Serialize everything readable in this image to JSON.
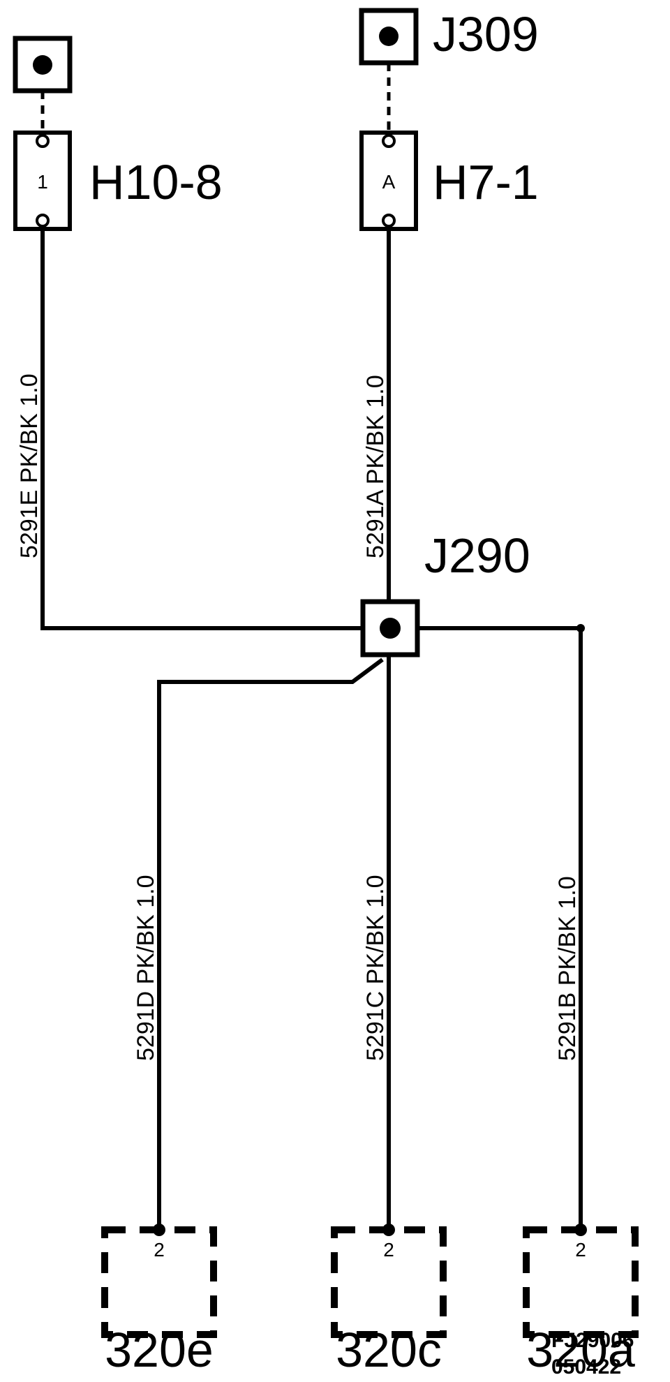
{
  "connectors": {
    "top_left_unlabeled": "",
    "j309": "J309",
    "j290": "J290"
  },
  "inline_connectors": {
    "h10_8": {
      "label": "H10-8",
      "pin": "1"
    },
    "h7_1": {
      "label": "H7-1",
      "pin": "A"
    }
  },
  "wires": {
    "w5291e": "5291E  PK/BK 1.0",
    "w5291a": "5291A  PK/BK 1.0",
    "w5291d": "5291D  PK/BK 1.0",
    "w5291c": "5291C  PK/BK 1.0",
    "w5291b": "5291B  PK/BK 1.0"
  },
  "components": [
    {
      "label": "320e",
      "pin": "2"
    },
    {
      "label": "320c",
      "pin": "2"
    },
    {
      "label": "320a",
      "pin": "2"
    }
  ],
  "figure_ref": {
    "line1": "FJ29006",
    "line2": "050422"
  }
}
